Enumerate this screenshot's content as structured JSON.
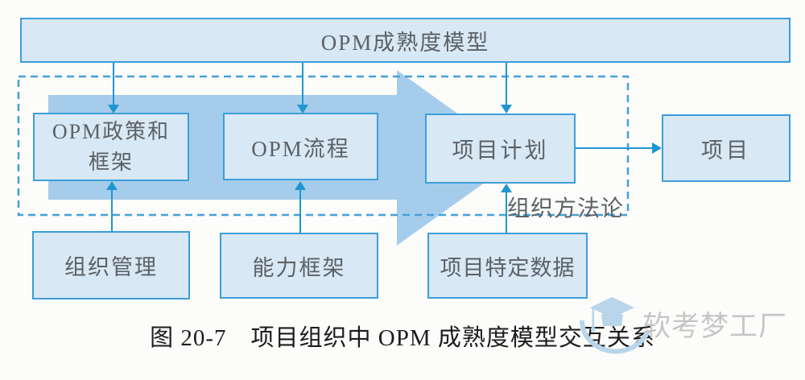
{
  "diagram": {
    "title_box": {
      "label": "OPM成熟度模型"
    },
    "methodology_label": "组织方法论",
    "nodes": {
      "policy": {
        "line1": "OPM政策和",
        "line2": "框架"
      },
      "process": {
        "label": "OPM流程"
      },
      "plan": {
        "label": "项目计划"
      },
      "project": {
        "label": "项目"
      },
      "governance": {
        "label": "组织管理"
      },
      "capability": {
        "label": "能力框架"
      },
      "project_data": {
        "label": "项目特定数据"
      }
    },
    "connections": [
      {
        "from": "OPM成熟度模型",
        "to": "OPM政策和框架",
        "direction": "down"
      },
      {
        "from": "OPM成熟度模型",
        "to": "OPM流程",
        "direction": "down"
      },
      {
        "from": "OPM成熟度模型",
        "to": "项目计划",
        "direction": "down"
      },
      {
        "from": "组织管理",
        "to": "OPM政策和框架",
        "direction": "up"
      },
      {
        "from": "能力框架",
        "to": "OPM流程",
        "direction": "up"
      },
      {
        "from": "项目特定数据",
        "to": "项目计划",
        "direction": "up"
      },
      {
        "from": "项目计划",
        "to": "项目",
        "direction": "right"
      }
    ],
    "caption": "图 20-7　项目组织中 OPM 成熟度模型交互关系",
    "watermark": {
      "text": "软考梦工厂",
      "icon": "graduation-cap-icon"
    },
    "colors": {
      "box_fill": "#d8e8f4",
      "box_border": "#3d9ed9",
      "big_arrow_fill": "#a5cdeb",
      "connector_line": "#1e96d2",
      "dashed_border": "#44a0d8",
      "box_text": "#5c6166",
      "caption_text": "#1c1c1c",
      "watermark_text": "#c6c6c6",
      "watermark_icon": "#b8d5ea"
    }
  }
}
